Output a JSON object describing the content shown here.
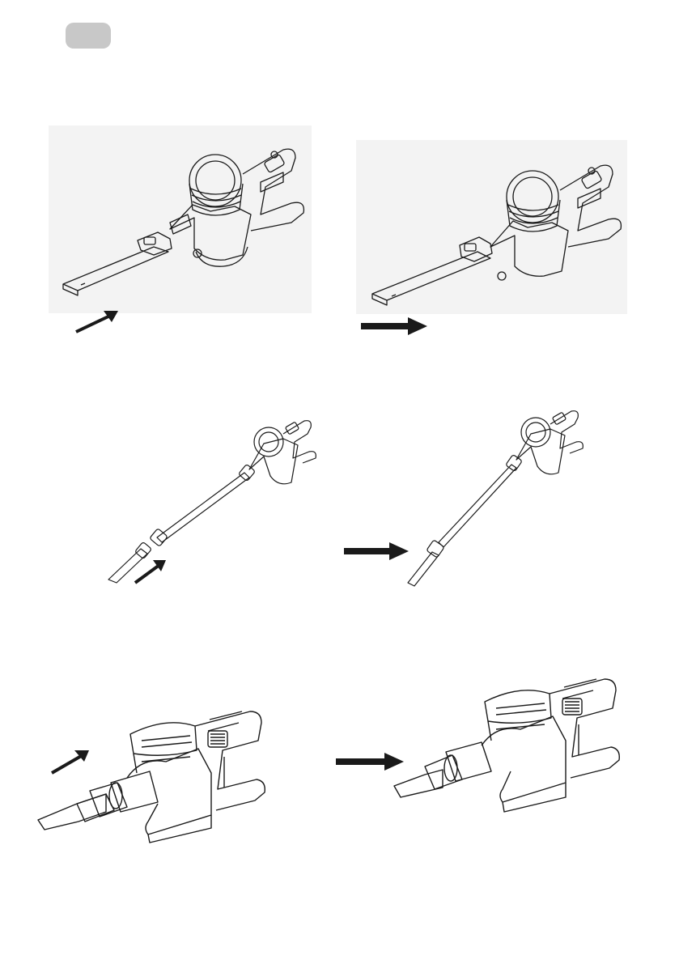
{
  "page": {
    "badge_color": "#c8c8c8",
    "line_color": "#1a1a1a",
    "arrow_color": "#1a1a1a"
  },
  "steps": [
    {
      "row": 1,
      "image": "vacuum-handheld-with-tube-detached",
      "arrow": "diagonal-arrow-icon"
    },
    {
      "row": 1,
      "image": "vacuum-handheld-with-tube-attached",
      "arrow": "right-arrow-icon"
    },
    {
      "row": 2,
      "image": "vacuum-stick-with-crevice-tool-detached",
      "arrow": "diagonal-arrow-icon"
    },
    {
      "row": 2,
      "image": "vacuum-stick-with-crevice-tool-attached",
      "arrow": "right-arrow-icon"
    },
    {
      "row": 3,
      "image": "vacuum-handheld-with-crevice-tool-detached",
      "arrow": "diagonal-arrow-icon"
    },
    {
      "row": 3,
      "image": "vacuum-handheld-with-crevice-tool-attached",
      "arrow": "right-arrow-icon"
    }
  ]
}
